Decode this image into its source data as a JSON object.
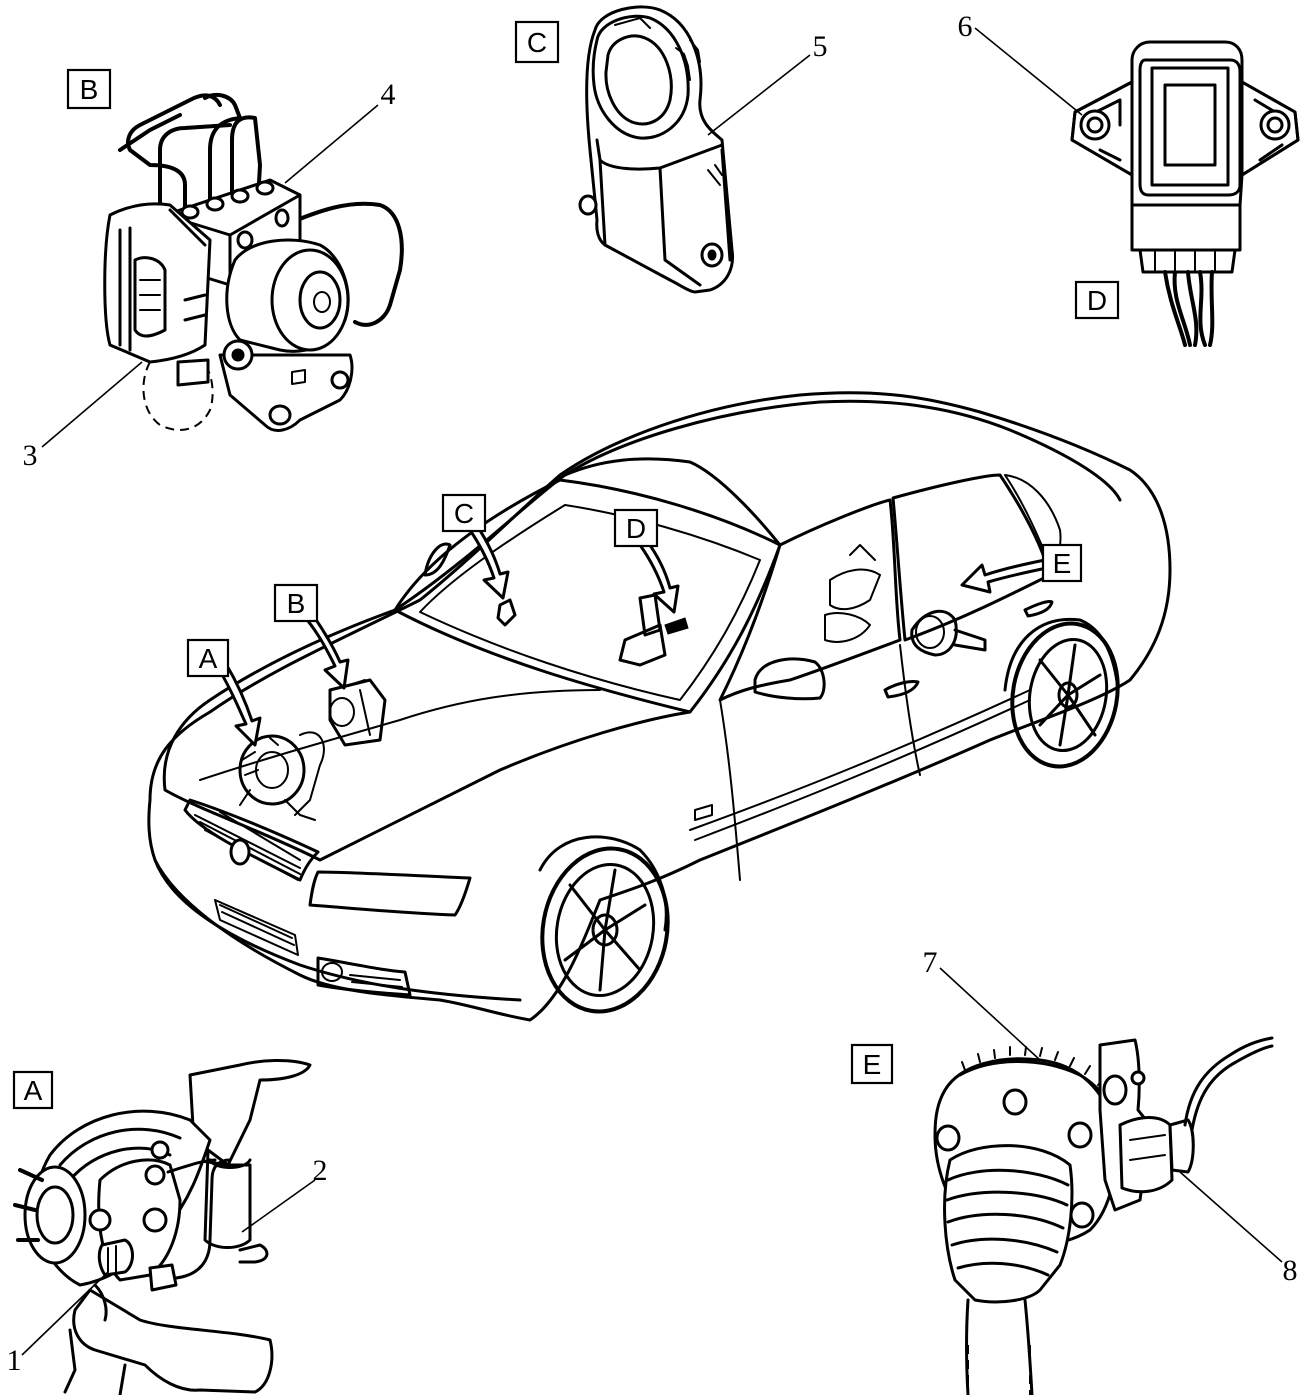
{
  "view_labels": {
    "a": "A",
    "b": "B",
    "c": "C",
    "d": "D",
    "e": "E"
  },
  "callouts": {
    "n1": "1",
    "n2": "2",
    "n3": "3",
    "n4": "4",
    "n5": "5",
    "n6": "6",
    "n7": "7",
    "n8": "8"
  }
}
